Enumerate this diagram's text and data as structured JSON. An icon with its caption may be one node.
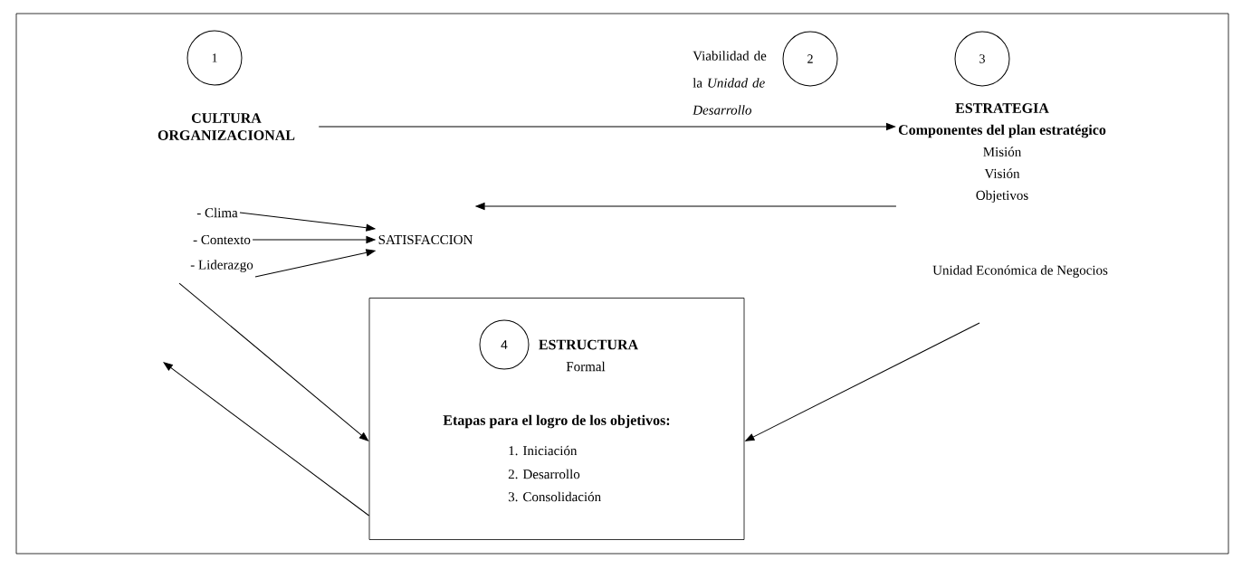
{
  "diagram": {
    "nodes": [
      {
        "text": [
          "1"
        ]
      },
      {
        "text": [
          "2"
        ]
      },
      {
        "text": [
          "3"
        ]
      },
      {
        "text": [
          "CULTURA ORGANIZACIONAL"
        ]
      },
      {
        "text": [
          "ESTRATEGIA",
          "Componentes del plan estratégico",
          "Misión",
          "Visión",
          "Objetivos"
        ]
      },
      {
        "text": [
          "- Clima"
        ]
      },
      {
        "text": [
          "SATISFACCION"
        ]
      },
      {
        "text": [
          "- Contexto"
        ]
      },
      {
        "text": [
          "- Liderazgo"
        ]
      },
      {
        "text": [
          "Unidad Económica de Negocios"
        ]
      },
      {
        "text": [
          "ESTRUCTURA",
          "Formal",
          "Etapas para el logro de los objetivos:",
          "1.  Iniciación",
          "2.  Desarrollo",
          "3.  Consolidación"
        ]
      },
      {
        "text": [
          "4"
        ],
        "in": 10
      }
    ],
    "edges": [
      {
        "from": 3,
        "to": 4,
        "arrow": "to"
      },
      {
        "from": 4,
        "to": 6,
        "arrow": "to"
      },
      {
        "from": 5,
        "to": 6,
        "arrow": "to"
      },
      {
        "from": 7,
        "to": 6,
        "arrow": "to"
      },
      {
        "from": 8,
        "to": 6,
        "arrow": "to"
      },
      {
        "from": 8,
        "to": 10,
        "arrow": "to"
      },
      {
        "from": 10,
        "to": null,
        "arrow": "to"
      },
      {
        "from": 9,
        "to": 10,
        "arrow": "to"
      }
    ],
    "labels": [
      "Viabilidad de la *Unidad de Desarrollo*"
    ]
  }
}
